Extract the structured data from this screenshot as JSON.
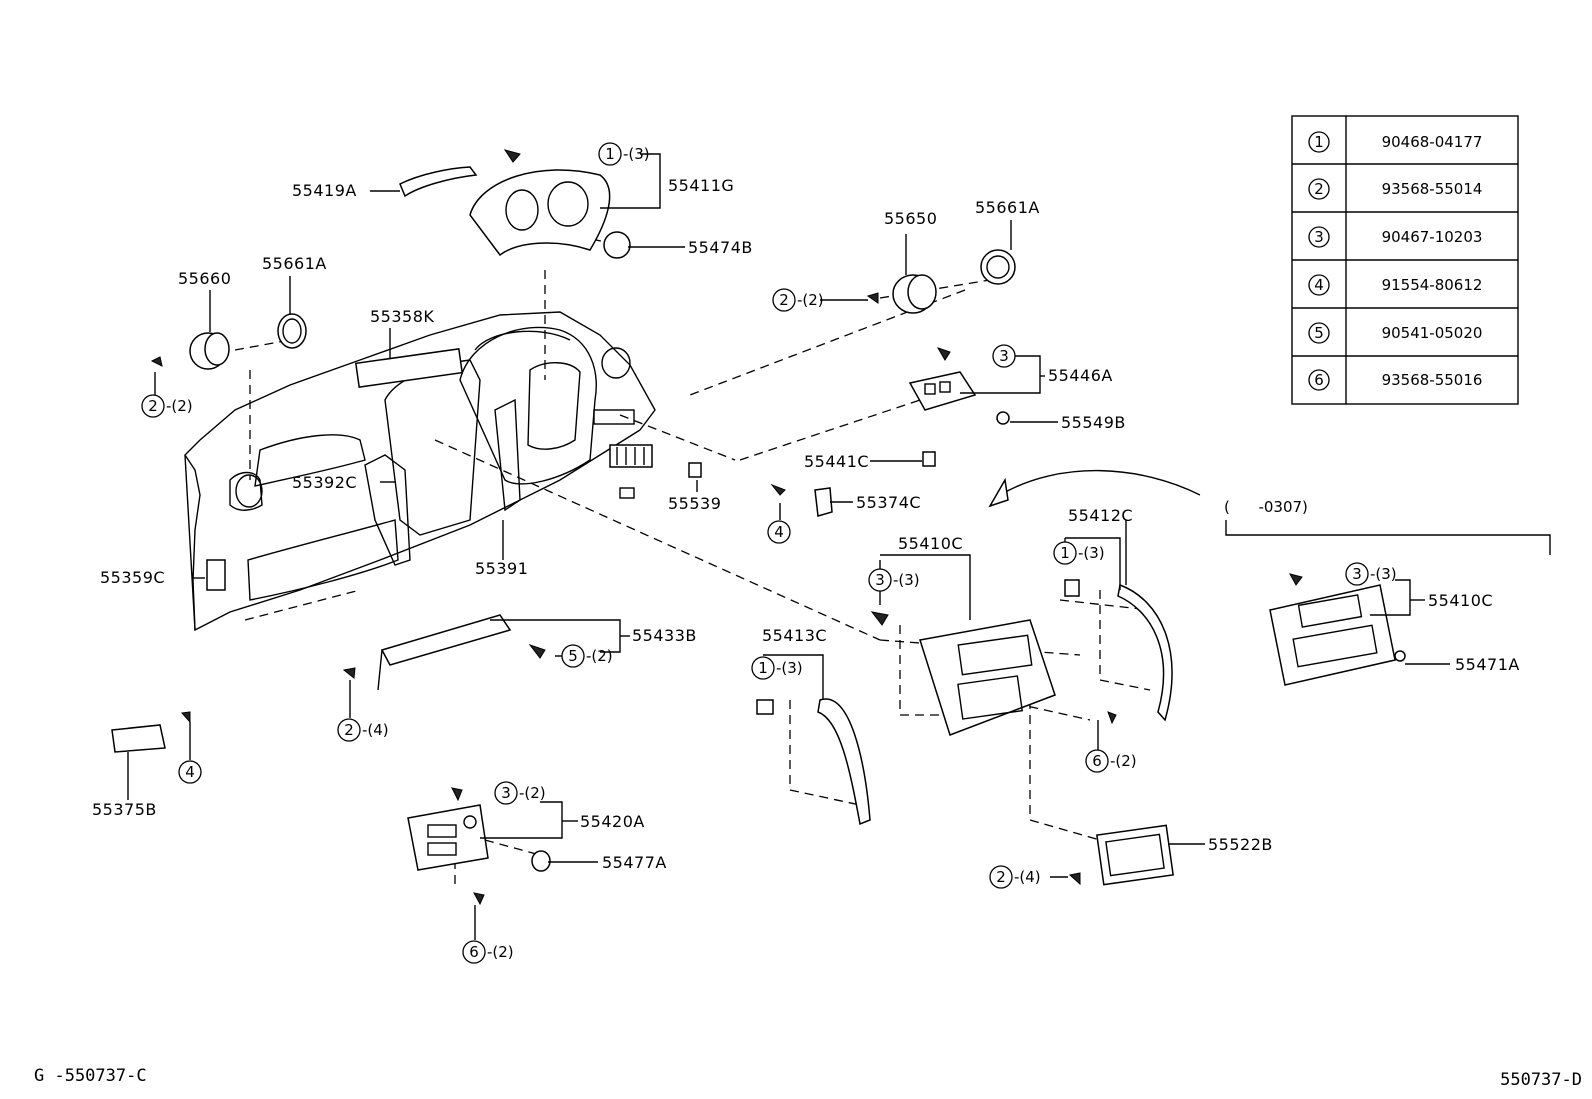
{
  "fastener_table": [
    {
      "ref": "1",
      "part_number": "90468-04177"
    },
    {
      "ref": "2",
      "part_number": "93568-55014"
    },
    {
      "ref": "3",
      "part_number": "90467-10203"
    },
    {
      "ref": "4",
      "part_number": "91554-80612"
    },
    {
      "ref": "5",
      "part_number": "90541-05020"
    },
    {
      "ref": "6",
      "part_number": "93568-55016"
    }
  ],
  "part_labels": {
    "p55411G": "55411G",
    "p55419A": "55419A",
    "p55474B": "55474B",
    "p55650": "55650",
    "p55661A_right": "55661A",
    "p55660": "55660",
    "p55661A_left": "55661A",
    "p55358K": "55358K",
    "p55446A": "55446A",
    "p55549B": "55549B",
    "p55441C": "55441C",
    "p55392C": "55392C",
    "p55539": "55539",
    "p55374C": "55374C",
    "p55391": "55391",
    "p55359C": "55359C",
    "p55412C": "55412C",
    "p55410C_center": "55410C",
    "p55410C_inset": "55410C",
    "p55433B": "55433B",
    "p55471A": "55471A",
    "p55413C": "55413C",
    "p55375B": "55375B",
    "p55420A": "55420A",
    "p55477A": "55477A",
    "p55522B": "55522B"
  },
  "callouts": {
    "c1": {
      "num": "1",
      "qty": "-(3)"
    },
    "c2": {
      "num": "2",
      "qty": "-(2)"
    },
    "c3": {
      "num": "2",
      "qty": "-(2)"
    },
    "c4": {
      "num": "3",
      "qty": ""
    },
    "c5": {
      "num": "4",
      "qty": ""
    },
    "c6": {
      "num": "3",
      "qty": "-(3)"
    },
    "c7": {
      "num": "1",
      "qty": "-(3)"
    },
    "c8": {
      "num": "3",
      "qty": "-(3)"
    },
    "c9": {
      "num": "5",
      "qty": "-(2)"
    },
    "c10": {
      "num": "2",
      "qty": "-(4)"
    },
    "c11": {
      "num": "1",
      "qty": "-(3)"
    },
    "c12": {
      "num": "6",
      "qty": "-(2)"
    },
    "c13": {
      "num": "4",
      "qty": ""
    },
    "c14": {
      "num": "3",
      "qty": "-(2)"
    },
    "c15": {
      "num": "6",
      "qty": "-(2)"
    },
    "c16": {
      "num": "2",
      "qty": "-(4)"
    }
  },
  "inset_range": "(      -0307)",
  "footer": {
    "left_code": "G -550737-C",
    "right_code": "550737-D"
  }
}
